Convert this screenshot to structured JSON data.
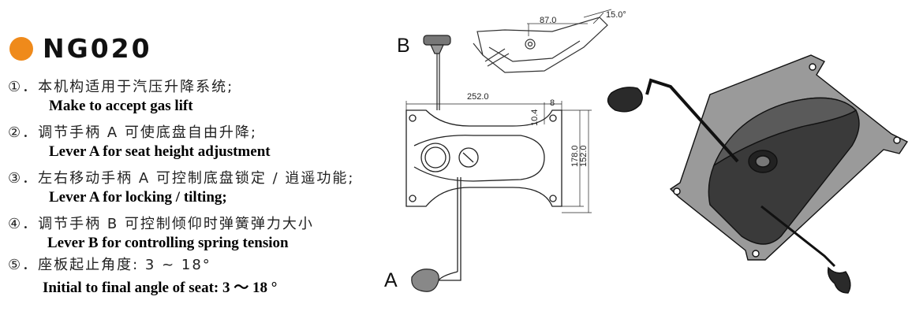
{
  "model": "NG020",
  "accent": "#ef8a1b",
  "features": [
    {
      "cn": "①．本机构适用于汽压升降系统;",
      "en": "Make to accept gas lift"
    },
    {
      "cn": "②．调节手柄 A 可使底盘自由升降;",
      "en": "Lever A for seat height adjustment"
    },
    {
      "cn": "③．左右移动手柄 A 可控制底盘锁定 / 逍遥功能;",
      "en": "Lever A for locking / tilting;"
    },
    {
      "cn": "④．调节手柄 B 可控制倾仰时弹簧弹力大小",
      "en": "Lever B for controlling spring tension"
    },
    {
      "cn": "⑤．座板起止角度: 3 ~ 18°",
      "en": "Initial to final angle of seat: 3 ～ 18 °"
    }
  ],
  "diagram": {
    "label_a": "A",
    "label_b": "B",
    "dims": {
      "angle_len": "87.0",
      "angle": "15.0°",
      "width": "252.0",
      "small_h": "10.4",
      "small_w": "8",
      "depth_outer": "178.0",
      "depth_inner": "152.0"
    }
  }
}
